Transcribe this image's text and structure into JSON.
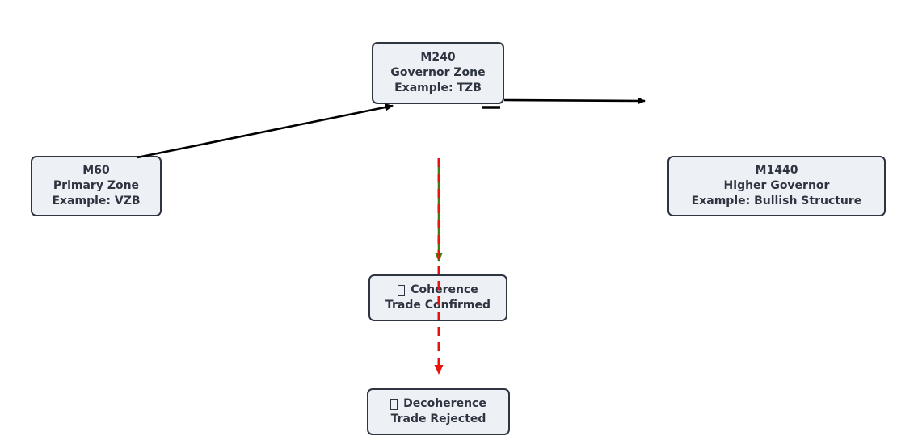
{
  "diagram": {
    "title": "",
    "nodes": {
      "m240": {
        "lines": [
          "M240",
          "Governor Zone",
          "Example: TZB"
        ]
      },
      "m60": {
        "lines": [
          "M60",
          "Primary Zone",
          "Example: VZB"
        ]
      },
      "m1440": {
        "lines": [
          "M1440",
          "Higher Governor",
          "Example: Bullish Structure"
        ]
      },
      "coherence": {
        "icon": "missing-glyph-box",
        "title": "Coherence",
        "subtitle": "Trade Confirmed"
      },
      "decoherence": {
        "icon": "missing-glyph-box",
        "title": "Decoherence",
        "subtitle": "Trade Rejected"
      }
    },
    "edges": [
      {
        "from": "m60",
        "to": "m240",
        "style": "solid",
        "color": "black"
      },
      {
        "from": "m240",
        "to": "m1440",
        "style": "solid",
        "color": "black"
      },
      {
        "from": "m240",
        "to": "coherence",
        "style": "solid",
        "color": "green"
      },
      {
        "from": "m240",
        "to": "decoherence",
        "style": "dashed",
        "color": "red"
      }
    ]
  },
  "colors": {
    "node_fill": "#edf0f5",
    "node_border": "#2e3440",
    "text_color": "#2e3440",
    "arrow_black": "#000000",
    "arrow_red": "#e8130d",
    "arrow_green": "#3f7d0c"
  }
}
